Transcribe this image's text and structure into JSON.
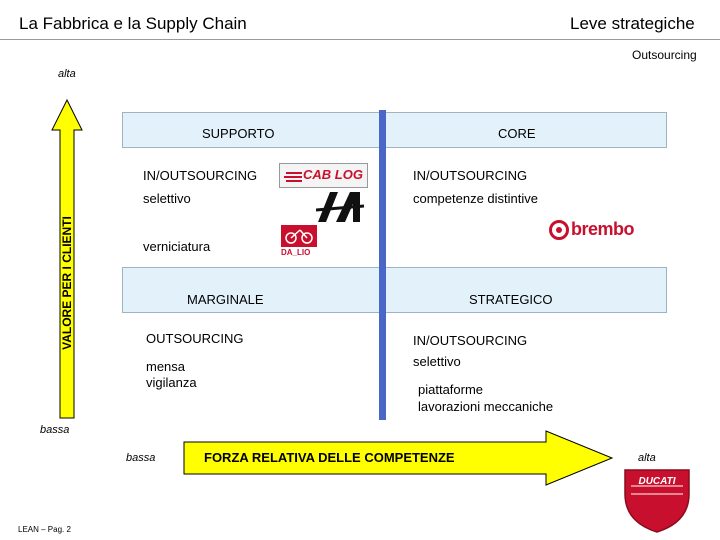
{
  "header": {
    "title": "La Fabbrica e la Supply Chain",
    "right_title": "Leve strategiche",
    "subtitle": "Outsourcing"
  },
  "y_axis": {
    "label": "VALORE PER I CLIENTI",
    "high": "alta",
    "low": "bassa"
  },
  "x_axis": {
    "label": "FORZA RELATIVA DELLE COMPETENZE",
    "low": "bassa",
    "high": "alta"
  },
  "quadrants": {
    "supporto": {
      "title": "SUPPORTO",
      "line1": "IN/OUTSOURCING",
      "line2": "selettivo",
      "line3": "verniciatura"
    },
    "core": {
      "title": "CORE",
      "line1": "IN/OUTSOURCING",
      "line2": "competenze distintive"
    },
    "marginale": {
      "title": "MARGINALE",
      "line1": "OUTSOURCING",
      "line2": "mensa",
      "line3": "vigilanza"
    },
    "strategico": {
      "title": "STRATEGICO",
      "line1": "IN/OUTSOURCING",
      "line2": "selettivo",
      "line3": "piattaforme",
      "line4": "lavorazioni meccaniche"
    }
  },
  "logos": {
    "cablog": "CAB LOG",
    "sa": "SA",
    "dallio": "DA_LIO",
    "brembo": "brembo",
    "ducati": "DUCATI"
  },
  "footer": {
    "page": "LEAN – Pag. 2"
  },
  "colors": {
    "arrow_fill": "#ffff00",
    "panel": "#e3f1fa",
    "divider": "#4a67c7",
    "brembo_red": "#c8102e",
    "ducati_red": "#c8102e"
  }
}
